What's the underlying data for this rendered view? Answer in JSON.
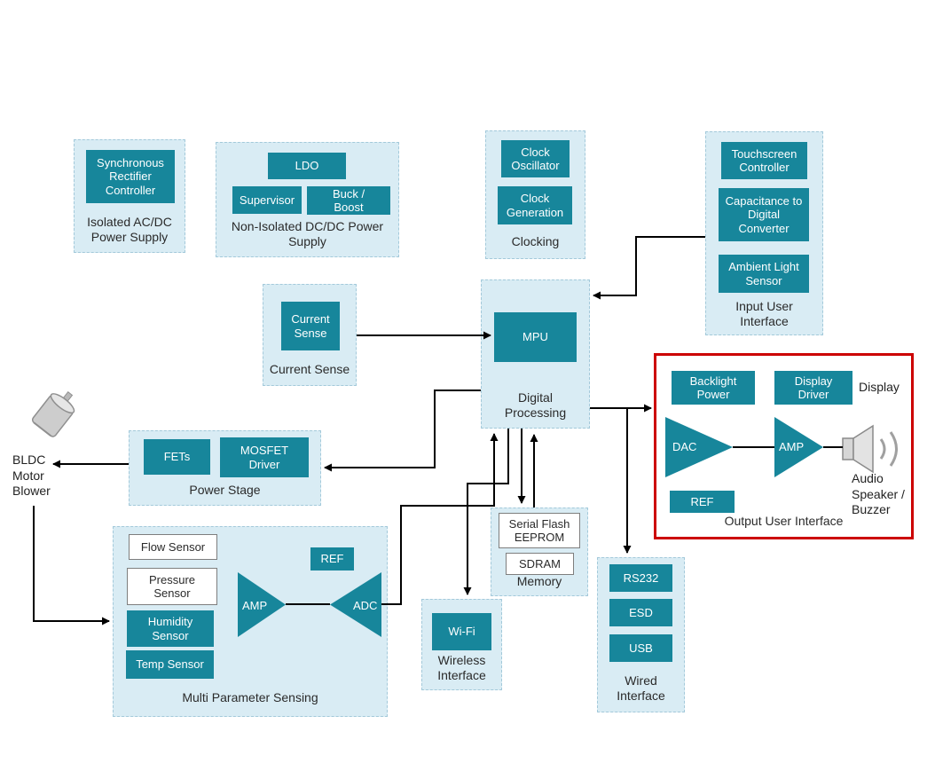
{
  "colors": {
    "teal": "#17869B",
    "group_bg": "#D9ECF4",
    "group_border": "#A3C9DA",
    "highlight": "#CC0000",
    "white_block_border": "#7E7E7E",
    "connector": "#000000",
    "icon_gray": "#CDCDCD"
  },
  "groups": {
    "isolated": {
      "label": "Isolated AC/DC Power Supply",
      "blocks": {
        "sync": "Synchronous Rectifier Controller"
      }
    },
    "non_isolated": {
      "label": "Non-Isolated DC/DC Power Supply",
      "blocks": {
        "ldo": "LDO",
        "supervisor": "Supervisor",
        "buck_boost": "Buck / Boost"
      }
    },
    "clocking": {
      "label": "Clocking",
      "blocks": {
        "osc": "Clock Oscillator",
        "gen": "Clock Generation"
      }
    },
    "input_ui": {
      "label": "Input User Interface",
      "blocks": {
        "touch": "Touchscreen Controller",
        "cap": "Capacitance to Digital Converter",
        "ambient": "Ambient Light Sensor"
      }
    },
    "current_sense": {
      "label": "Current Sense",
      "blocks": {
        "sense": "Current Sense"
      }
    },
    "digital": {
      "label": "Digital Processing",
      "blocks": {
        "mpu": "MPU"
      }
    },
    "power_stage": {
      "label": "Power Stage",
      "blocks": {
        "fets": "FETs",
        "driver": "MOSFET Driver"
      }
    },
    "sensing": {
      "label": "Multi Parameter Sensing",
      "blocks": {
        "flow": "Flow Sensor",
        "pressure": "Pressure Sensor",
        "humidity": "Humidity Sensor",
        "temp": "Temp Sensor",
        "amp": "AMP",
        "ref": "REF",
        "adc": "ADC"
      }
    },
    "memory": {
      "label": "Memory",
      "blocks": {
        "flash": "Serial Flash EEPROM",
        "sdram": "SDRAM"
      }
    },
    "wireless": {
      "label": "Wireless Interface",
      "blocks": {
        "wifi": "Wi-Fi"
      }
    },
    "wired": {
      "label": "Wired Interface",
      "blocks": {
        "rs232": "RS232",
        "esd": "ESD",
        "usb": "USB"
      }
    },
    "output_ui": {
      "label": "Output User Interface",
      "blocks": {
        "backlight": "Backlight Power",
        "display_driver": "Display Driver",
        "dac": "DAC",
        "amp": "AMP",
        "ref": "REF"
      },
      "notes": {
        "display": "Display",
        "audio": "Audio Speaker / Buzzer"
      }
    }
  },
  "annotations": {
    "bldc": "BLDC Motor Blower"
  }
}
